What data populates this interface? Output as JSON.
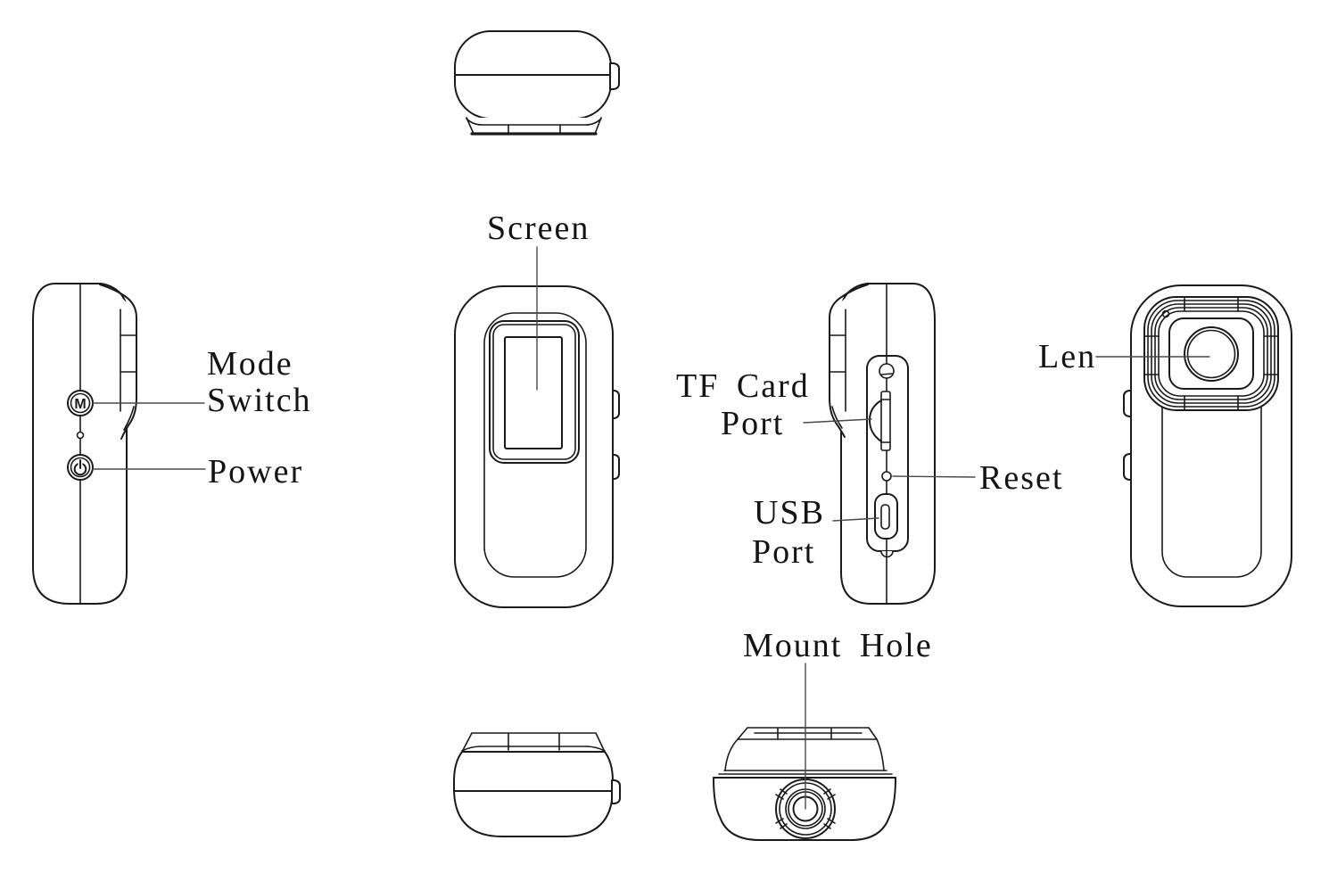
{
  "diagram": {
    "labels": {
      "screen": "Screen",
      "mode_switch": [
        "Mode",
        "Switch"
      ],
      "power": "Power",
      "tf_card_port": [
        "TF Card",
        "Port"
      ],
      "reset": "Reset",
      "usb_port": [
        "USB",
        "Port"
      ],
      "len": "Len",
      "mount_hole": "Mount Hole"
    },
    "button_glyphs": {
      "mode": "M"
    },
    "colors": {
      "line": "#1a1a1a",
      "leader": "#4a4a4a",
      "text": "#141414",
      "background": "#ffffff"
    }
  }
}
